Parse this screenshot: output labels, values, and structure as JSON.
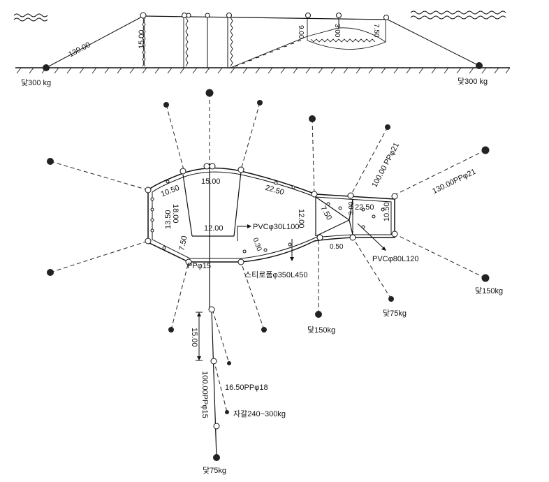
{
  "side_view": {
    "anchor_left": "닻300 kg",
    "anchor_right": "닻300 kg",
    "rope_left": "130.00",
    "depth": "15.00",
    "net_depth_a": "9.00",
    "net_depth_b": "3.00",
    "net_depth_c": "7.50"
  },
  "plan_view": {
    "wing_top_left": "10.50",
    "wing_left_side": "13.50",
    "wing_inner_left": "18.00",
    "wing_lower_left": "7.50",
    "top_center": "15.00",
    "middle_width": "12.00",
    "top_right_side": "22.50",
    "inner_right": "12.00",
    "bag_width": "22.50",
    "bag_side": "10.50",
    "bag_entrance": "7.50",
    "bag_inner": "3.00",
    "gap_030": "0.30",
    "gap_050": "0.50",
    "pvc_small": "PVCφ30L100",
    "pvc_large": "PVCφ80L120",
    "styrofoam": "스티로폼φ350L450",
    "pp15": "PPφ15",
    "rope_right_top": "100.00 PPφ21",
    "rope_far_right": "130.00PPφ21",
    "anchor_bottom_center": "닻150kg",
    "anchor_right_low": "닻75kg",
    "anchor_right_mid": "닻150kg"
  },
  "lead_line": {
    "spacing": "15.00",
    "length": "100.00PPφ15",
    "branch": "16.50PPφ18",
    "gravel": "자갈240~300kg",
    "anchor": "닻75kg"
  }
}
